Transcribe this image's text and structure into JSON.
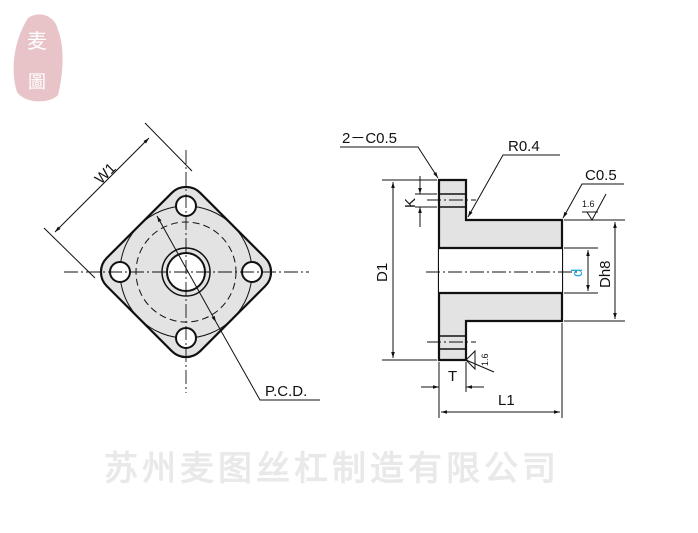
{
  "seal": {
    "text": "麦圖",
    "color": "#e8c4c8"
  },
  "watermark": "苏州麦图丝杠制造有限公司",
  "front_view": {
    "w1_label": "W1",
    "pcd_label": "P.C.D."
  },
  "side_view": {
    "chamfer_flange_label": "2－C0.5",
    "fillet_label": "R0.4",
    "chamfer_end_label": "C0.5",
    "roughness_top": "1.6",
    "roughness_bottom": "1.6",
    "k_label": "K",
    "d1_label": "D1",
    "d_label": "d",
    "dh8_label": "Dh8",
    "t_label": "T",
    "l1_label": "L1",
    "d_color": "#29a8e0"
  }
}
